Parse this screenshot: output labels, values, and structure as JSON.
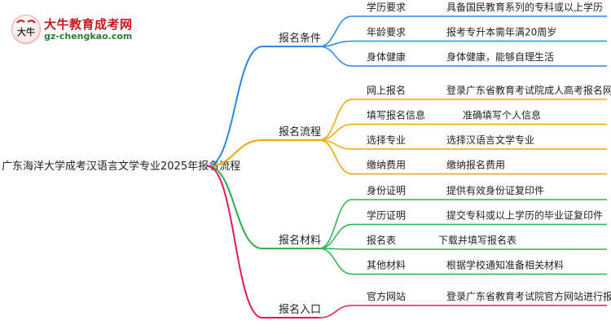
{
  "logo": {
    "name": "大牛教育成考网",
    "url": "gz-chengkao.com",
    "mark": "大牛"
  },
  "root": "广东海洋大学成考汉语言文学专业2025年报名流程",
  "branches": [
    {
      "label": "报名条件",
      "color": "#2e86e6",
      "items": [
        {
          "key": "学历要求",
          "value": "具备国民教育系列的专科或以上学历"
        },
        {
          "key": "年龄要求",
          "value": "报考专升本需年满20周岁"
        },
        {
          "key": "身体健康",
          "value": "身体健康，能够自理生活"
        }
      ]
    },
    {
      "label": "报名流程",
      "color": "#f0a800",
      "items": [
        {
          "key": "网上报名",
          "value": "登录广东省教育考试院成人高考报名网站"
        },
        {
          "key": "填写报名信息",
          "value": "准确填写个人信息"
        },
        {
          "key": "选择专业",
          "value": "选择汉语言文学专业"
        },
        {
          "key": "缴纳费用",
          "value": "缴纳报名费用"
        }
      ]
    },
    {
      "label": "报名材料",
      "color": "#2bb24c",
      "items": [
        {
          "key": "身份证明",
          "value": "提供有效身份证复印件"
        },
        {
          "key": "学历证明",
          "value": "提交专科或以上学历的毕业证复印件"
        },
        {
          "key": "报名表",
          "value": "下载并填写报名表"
        },
        {
          "key": "其他材料",
          "value": "根据学校通知准备相关材料"
        }
      ]
    },
    {
      "label": "报名入口",
      "color": "#e0195e",
      "items": [
        {
          "key": "官方网站",
          "value": "登录广东省教育考试院官方网站进行报名"
        }
      ]
    }
  ]
}
